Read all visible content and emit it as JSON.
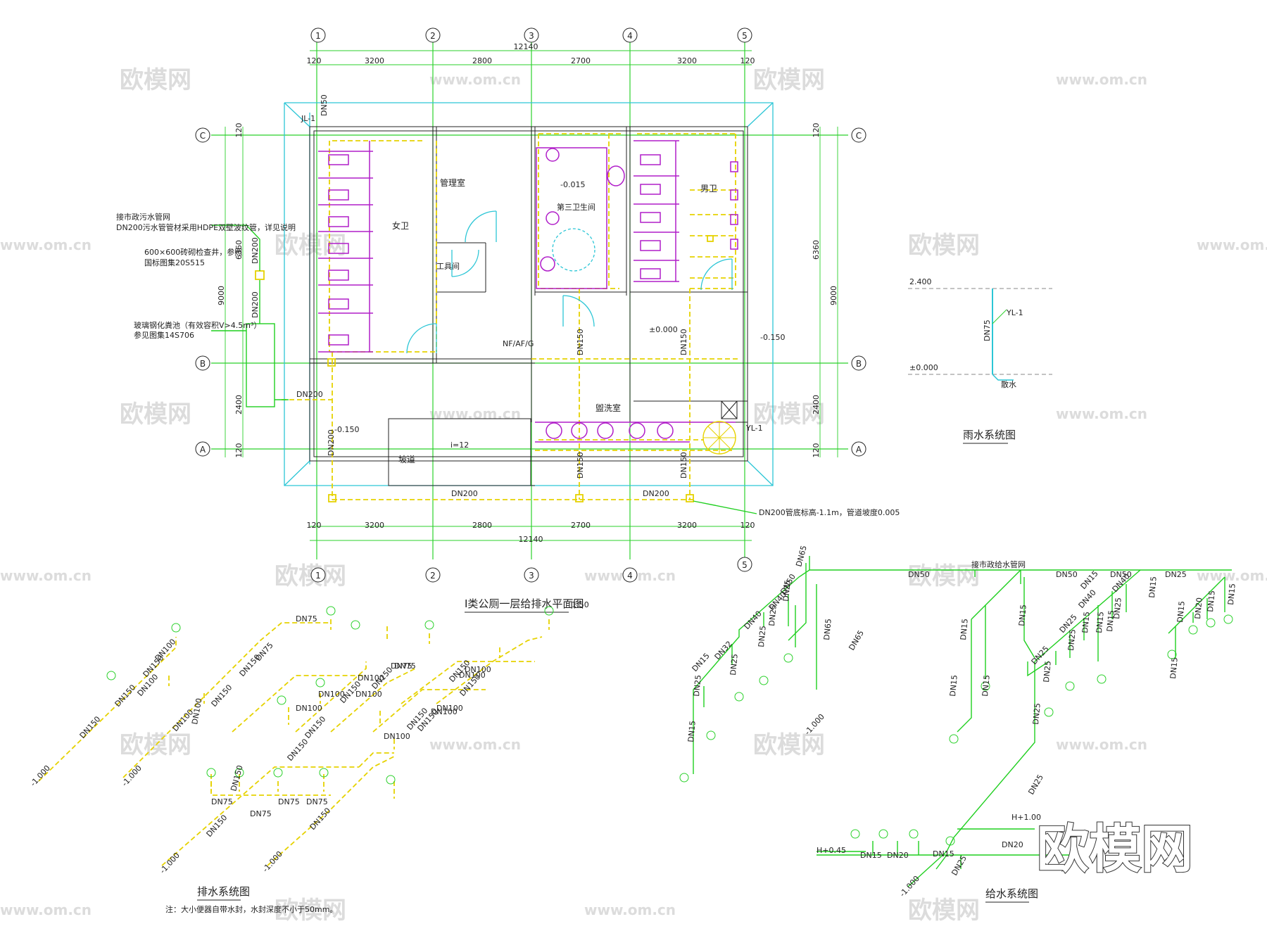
{
  "watermarks": {
    "logo": "欧模网",
    "site": "www.om.cn",
    "brand": "欧模网"
  },
  "axes": {
    "columns": [
      "1",
      "2",
      "3",
      "4",
      "5"
    ],
    "rows": [
      "C",
      "B",
      "A"
    ]
  },
  "dimensions": {
    "top_spans": [
      "3200",
      "2800",
      "2700",
      "3200"
    ],
    "top_edge": "120",
    "top_total": "12140",
    "bottom_spans": [
      "3200",
      "2800",
      "2700",
      "3200"
    ],
    "bottom_edge": "120",
    "bottom_total": "12140",
    "left": {
      "total": "9000",
      "upper": "6360",
      "lower": "2400",
      "edge": "120"
    },
    "right": {
      "total": "9000",
      "upper": "6360",
      "lower": "2400",
      "edge": "120"
    }
  },
  "plan": {
    "title": "Ⅰ类公厕一层给排水平面图",
    "scale": "1:50",
    "rooms": {
      "women": "女卫",
      "manager": "管理室",
      "third": "第三卫生间",
      "men": "男卫",
      "tool": "工具间",
      "wash": "盥洗室",
      "ramp": "坡道"
    },
    "pipe_labels": {
      "jl1": "JL-1",
      "dn50": "DN50",
      "dn200_a": "DN200",
      "dn200_b": "DN200",
      "dn200_c": "DN200",
      "dn200_d": "DN200",
      "dn200_e": "DN200",
      "dn150_a": "DN150",
      "dn150_b": "DN150",
      "dn150_c": "DN150",
      "dn150_d": "DN150",
      "yl1": "YL-1",
      "slope": "i=12"
    },
    "levels": {
      "third": "-0.015",
      "hall": "±0.000",
      "right": "-0.150",
      "left": "-0.150"
    },
    "annotations": {
      "sewer_note_1": "接市政污水管网",
      "sewer_note_2": "DN200污水管管材采用HDPE双壁波纹管，详见说明",
      "manhole_1": "600×600砖砌检查井，参照",
      "manhole_2": "国标图集20S515",
      "septic_1": "玻璃钢化粪池（有效容积V>4.5m³）",
      "septic_2": "参见图集14S706",
      "bottom_note": "DN200管底标高-1.1m，管道坡度0.005",
      "nf": "NF/AF/G"
    }
  },
  "rain": {
    "title": "雨水系统图",
    "top_level": "2.400",
    "bottom_level": "±0.000",
    "riser": "YL-1",
    "pipe": "DN75",
    "foot": "散水"
  },
  "drainage": {
    "title": "排水系统图",
    "note": "注：大小便器自带水封，水封深度不小于50mm。",
    "labels": {
      "l1": "DN150",
      "l2": "DN150",
      "l3": "DN100",
      "l4": "DN150",
      "l5": "DN100",
      "l6": "DN75",
      "l7": "DN150",
      "l8": "DN75",
      "l9": "DN150",
      "l10": "DN100",
      "l11": "DN75",
      "l12": "DN100",
      "l13": "DN150",
      "l14": "DN100",
      "l15": "DN150",
      "l16": "DN75",
      "l17": "DN150",
      "l18": "DN75",
      "l19": "DN75",
      "l20": "DN75",
      "l21": "DN150",
      "l22": "DN100",
      "l23": "DN150",
      "l24": "DN100",
      "l25": "DN100",
      "l26": "DN150",
      "l27": "DN100",
      "l28": "DN75",
      "l29": "DN100",
      "l30": "DN150",
      "l31": "DN100",
      "l32": "DN100",
      "l33": "DN150",
      "l34": "DN100",
      "l35": "DN150",
      "l36": "DN150",
      "l37": "DN150"
    },
    "levels": [
      "-1.000",
      "-1.000",
      "-1.000",
      "-1.000"
    ]
  },
  "supply": {
    "title": "给水系统图",
    "labels": {
      "s1": "DN65",
      "s2": "DN50",
      "s3": "DN50",
      "s4": "DN50",
      "s5": "DN25",
      "s6": "DN40",
      "s7": "DN25",
      "s8": "DN40",
      "s9": "DN25",
      "s10": "DN32",
      "s11": "DN25",
      "s12": "DN25",
      "s13": "DN15",
      "s14": "DN15",
      "s15": "DN65",
      "s16": "DN65",
      "s17": "DN50",
      "s18": "DN25",
      "s19": "DN15",
      "s20": "DN15",
      "s21": "DN15",
      "s22": "DN15",
      "s23": "DN25",
      "s24": "DN25",
      "s25": "DN15",
      "s26": "DN40",
      "s27": "DN40",
      "s28": "DN15",
      "s29": "DN25",
      "s30": "DN25",
      "s31": "DN15",
      "s32": "DN15",
      "s33": "DN20",
      "s34": "DN25",
      "s35": "DN15",
      "s36": "DN15",
      "s37": "DN15",
      "s38": "DN15",
      "s39": "DN25",
      "s40": "DN25",
      "s41": "DN20",
      "s42": "DN15",
      "s43": "DN15",
      "s44": "DN20",
      "s45": "DN25",
      "s46": "DN15"
    },
    "levels": {
      "l1": "-1.000",
      "l2": "-1.000",
      "h1": "H+1.00",
      "h2": "H+0.45"
    },
    "note": "接市政给水管网"
  }
}
